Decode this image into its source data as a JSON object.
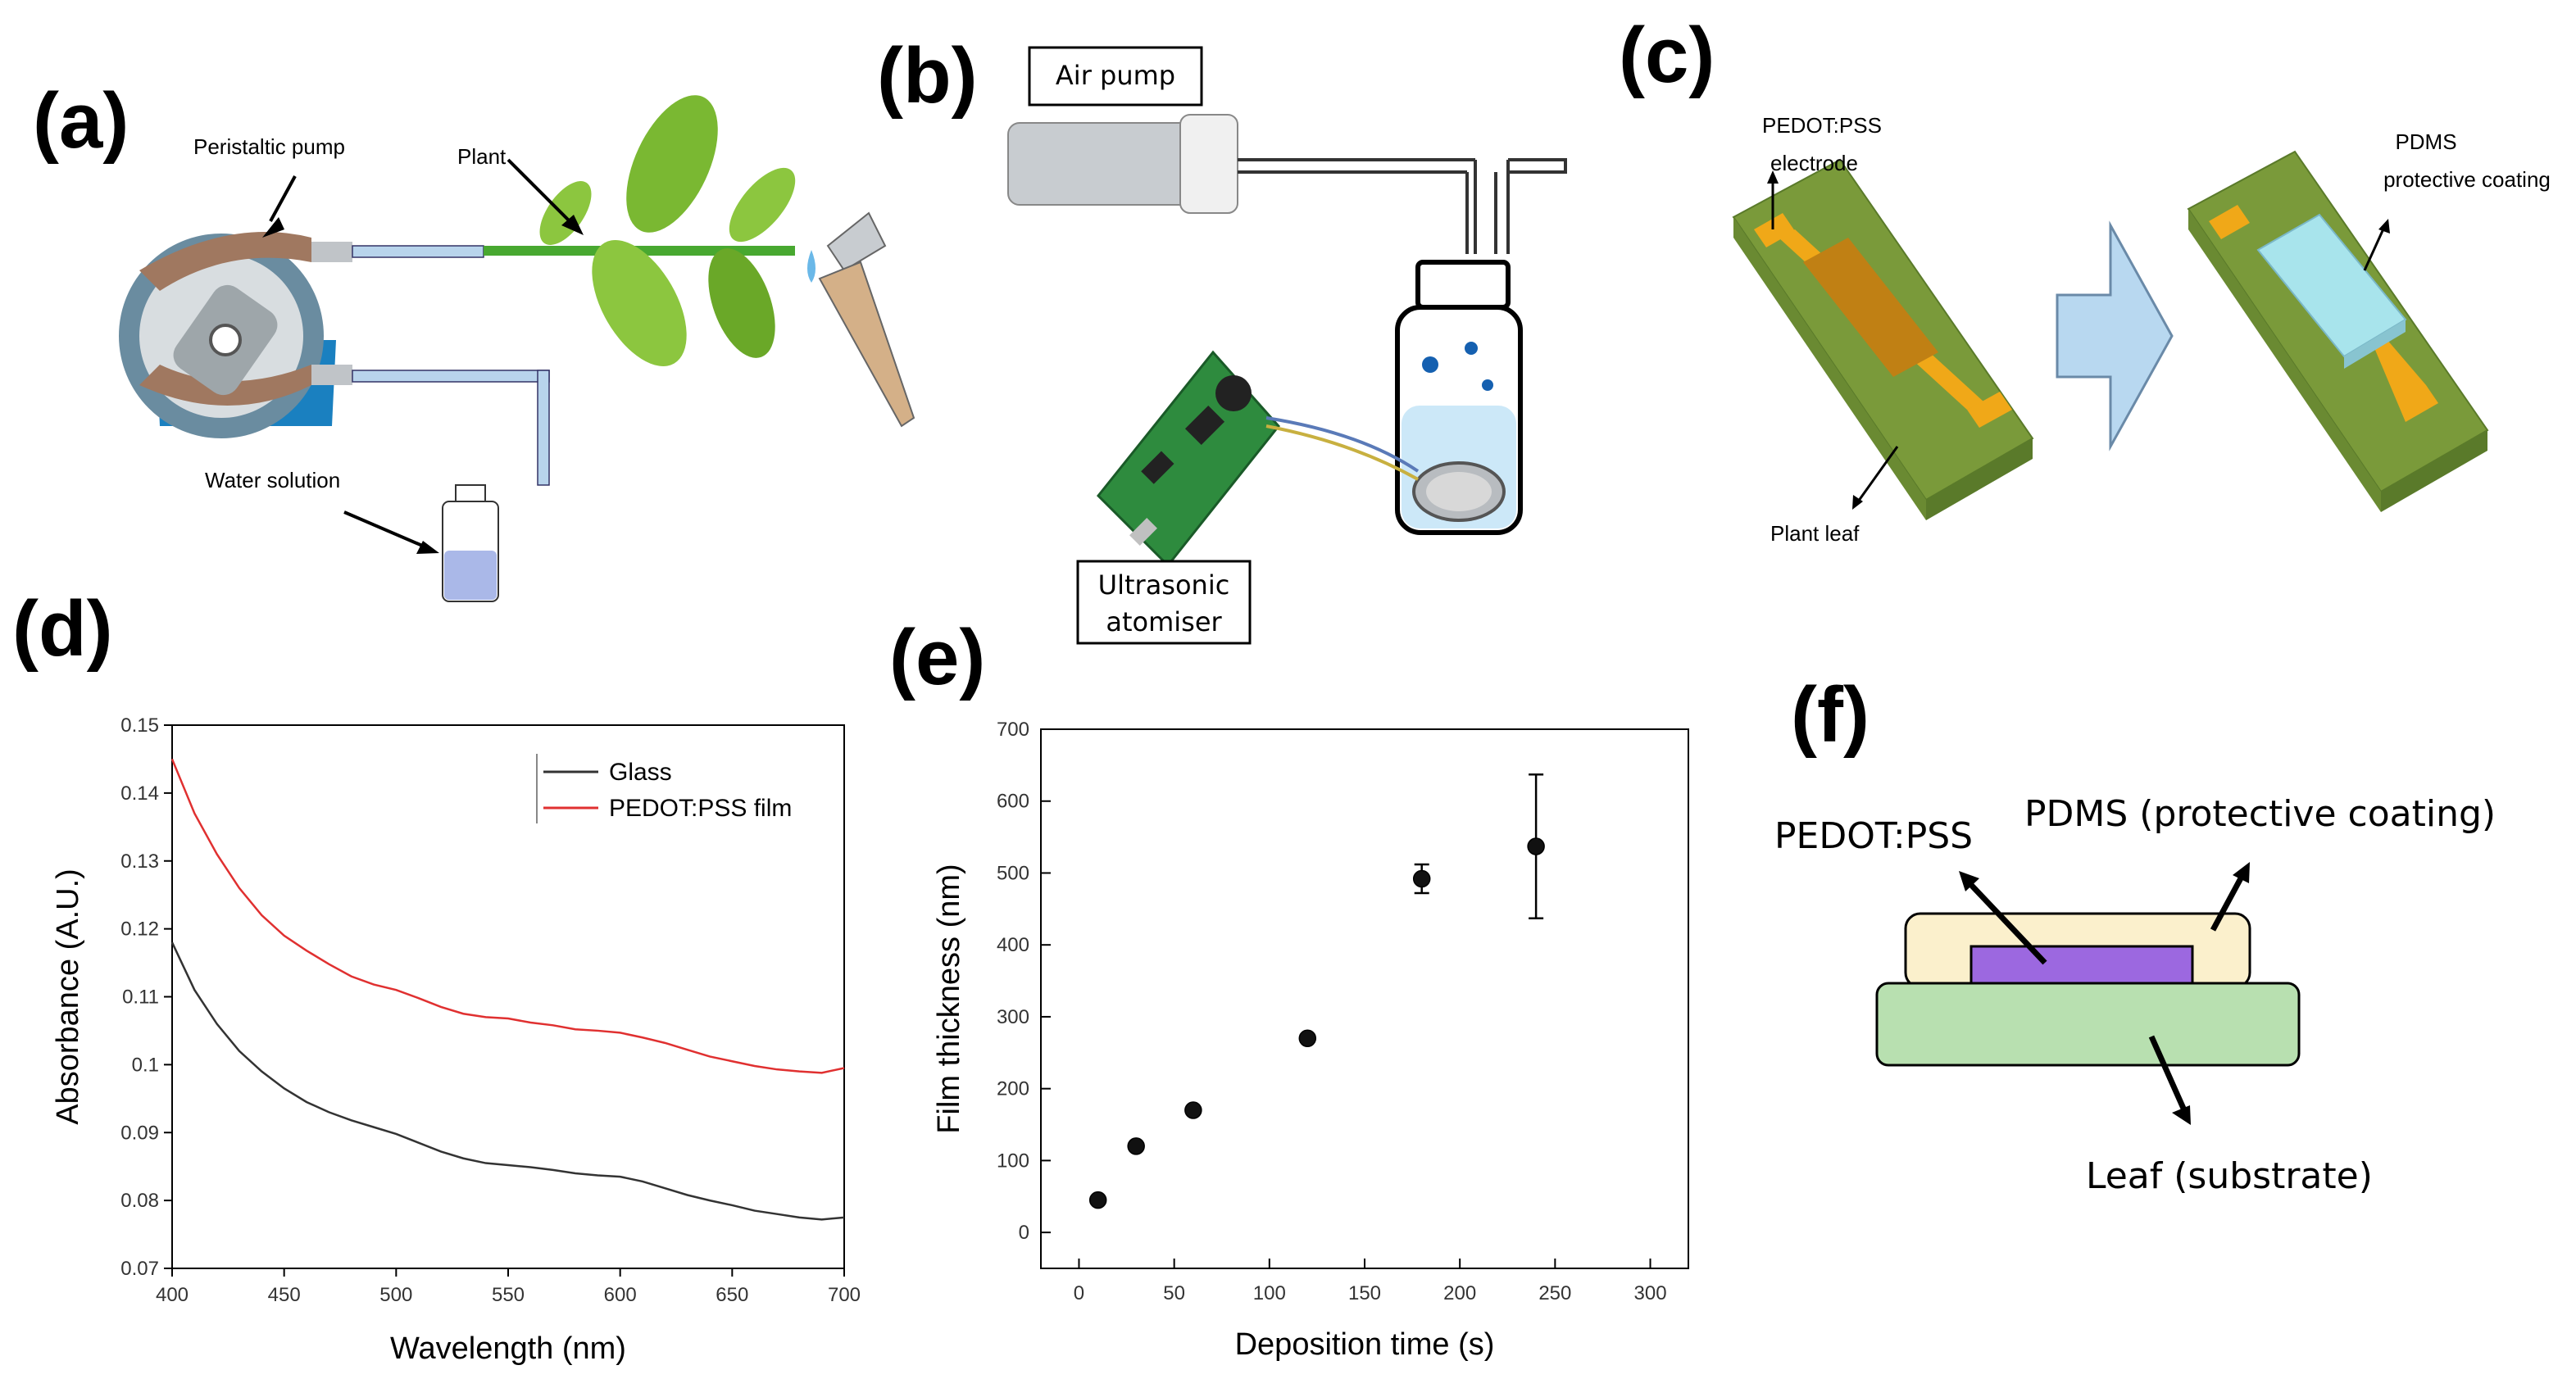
{
  "panel_a": {
    "letter": "(a)",
    "labels": {
      "pump": "Peristaltic pump",
      "plant": "Plant",
      "water": "Water solution"
    }
  },
  "panel_b": {
    "letter": "(b)",
    "air_pump": "Air pump",
    "atomiser_line1": "Ultrasonic",
    "atomiser_line2": "atomiser"
  },
  "panel_c": {
    "letter": "(c)",
    "electrode_line1": "PEDOT:PSS",
    "electrode_line2": "electrode",
    "coating_line1": "PDMS",
    "coating_line2": "protective coating",
    "leaf": "Plant leaf"
  },
  "panel_d": {
    "letter": "(d)"
  },
  "panel_e": {
    "letter": "(e)"
  },
  "panel_f": {
    "letter": "(f)",
    "pedot": "PEDOT:PSS",
    "pdms": "PDMS (protective coating)",
    "leaf": "Leaf (substrate)"
  },
  "colors": {
    "glass": "#333333",
    "pedot_film": "#e03030",
    "leaf_green": "#7a9a3a",
    "electrode_orange": "#f0a818"
  },
  "chart_data": [
    {
      "type": "line",
      "xlabel": "Wavelength (nm)",
      "ylabel": "Absorbance (A.U.)",
      "xlim": [
        400,
        700
      ],
      "ylim": [
        0.07,
        0.15
      ],
      "xticks": [
        "400",
        "450",
        "500",
        "550",
        "600",
        "650",
        "700"
      ],
      "yticks": [
        "0.07",
        "0.08",
        "0.09",
        "0.1",
        "0.11",
        "0.12",
        "0.13",
        "0.14",
        "0.15"
      ],
      "legend_position": "top-right",
      "x": [
        400,
        410,
        420,
        430,
        440,
        450,
        460,
        470,
        480,
        490,
        500,
        510,
        520,
        530,
        540,
        550,
        560,
        570,
        580,
        590,
        600,
        610,
        620,
        630,
        640,
        650,
        660,
        670,
        680,
        690,
        700
      ],
      "series": [
        {
          "name": "Glass",
          "color": "#333333",
          "values": [
            0.118,
            0.111,
            0.106,
            0.102,
            0.099,
            0.0965,
            0.0945,
            0.093,
            0.0918,
            0.0908,
            0.0898,
            0.0885,
            0.0872,
            0.0862,
            0.0855,
            0.0852,
            0.0849,
            0.0845,
            0.084,
            0.0837,
            0.0835,
            0.0828,
            0.0818,
            0.0808,
            0.08,
            0.0793,
            0.0785,
            0.078,
            0.0775,
            0.0772,
            0.0775
          ]
        },
        {
          "name": "PEDOT:PSS film",
          "color": "#e03030",
          "values": [
            0.145,
            0.137,
            0.131,
            0.126,
            0.122,
            0.119,
            0.1168,
            0.1148,
            0.113,
            0.1118,
            0.111,
            0.1098,
            0.1085,
            0.1075,
            0.107,
            0.1068,
            0.1062,
            0.1058,
            0.1052,
            0.105,
            0.1047,
            0.104,
            0.1032,
            0.1022,
            0.1012,
            0.1005,
            0.0998,
            0.0993,
            0.099,
            0.0988,
            0.0995
          ]
        }
      ]
    },
    {
      "type": "scatter",
      "xlabel": "Deposition time (s)",
      "ylabel": "Film thickness (nm)",
      "xlim": [
        -20,
        320
      ],
      "ylim": [
        -50,
        700
      ],
      "xticks": [
        "0",
        "50",
        "100",
        "150",
        "200",
        "250",
        "300"
      ],
      "yticks": [
        "0",
        "100",
        "200",
        "300",
        "400",
        "500",
        "600",
        "700"
      ],
      "points": [
        {
          "x": 10,
          "y": 45,
          "err": 0
        },
        {
          "x": 30,
          "y": 120,
          "err": 0
        },
        {
          "x": 60,
          "y": 170,
          "err": 0
        },
        {
          "x": 120,
          "y": 270,
          "err": 0
        },
        {
          "x": 180,
          "y": 492,
          "err": 20
        },
        {
          "x": 240,
          "y": 537,
          "err": 100
        }
      ]
    }
  ]
}
